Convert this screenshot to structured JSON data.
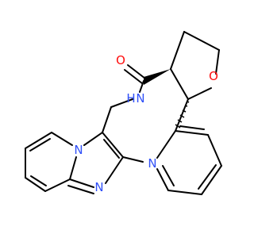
{
  "colors": {
    "bond": "#000000",
    "oxygen": "#ff0d0d",
    "nitrogen": "#3050f8",
    "background": "#ffffff"
  },
  "atoms": {
    "carbonyl_o": "O",
    "ring_o": "O",
    "amide_n": "N",
    "amide_h": "H",
    "pyridine_n": "N",
    "bridge_n": "N",
    "imidazole_n": "N"
  }
}
